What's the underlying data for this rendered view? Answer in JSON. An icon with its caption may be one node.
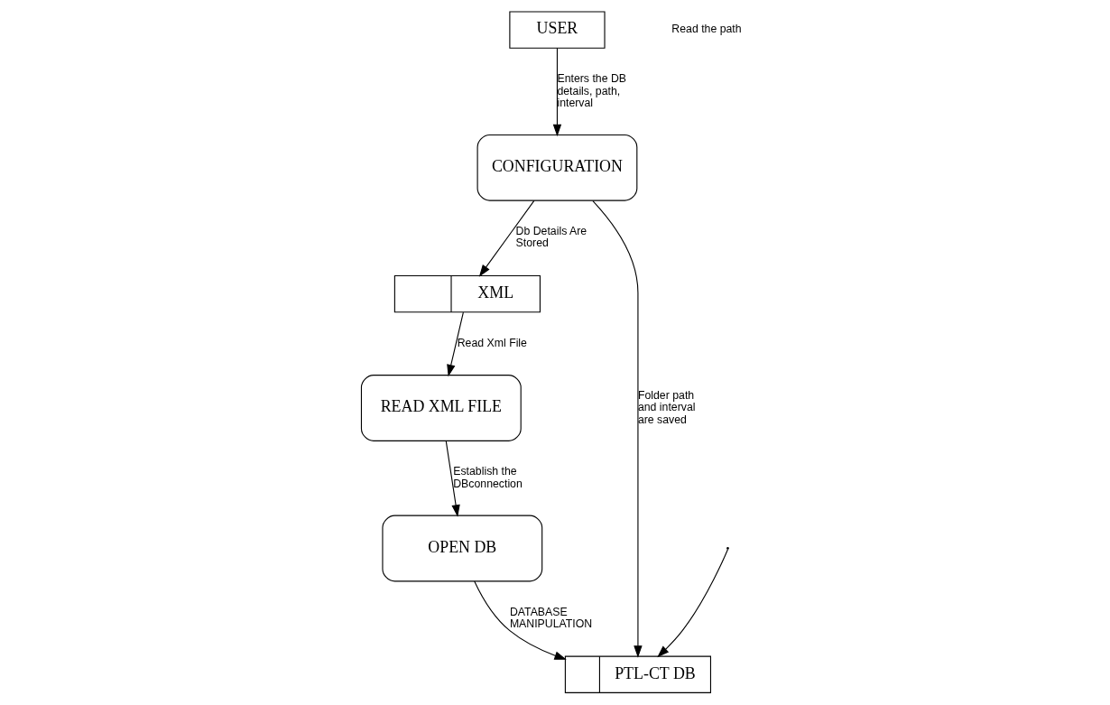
{
  "diagram": {
    "nodes": [
      {
        "text": [
          "USER"
        ]
      },
      {
        "text": [
          "CONFIGURATION"
        ]
      },
      {
        "text": [
          "XML"
        ]
      },
      {
        "text": [
          "READ XML FILE"
        ]
      },
      {
        "text": [
          "OPEN DB"
        ]
      },
      {
        "text": [
          "PTL-CT DB"
        ]
      }
    ],
    "edges": [
      {
        "from": 0,
        "to": 1,
        "arrow": "to",
        "label": "Enters the DB details, path, interval"
      },
      {
        "from": 1,
        "to": 2,
        "arrow": "to",
        "label": "Db Details Are Stored"
      },
      {
        "from": 1,
        "to": 5,
        "arrow": "to",
        "label": "Folder path and interval are saved"
      },
      {
        "from": 2,
        "to": 3,
        "arrow": "to",
        "label": "Read Xml File"
      },
      {
        "from": 3,
        "to": 4,
        "arrow": "to",
        "label": "Establish the DBconnection"
      },
      {
        "from": 4,
        "to": 5,
        "arrow": "to",
        "label": "DATABASE MANIPULATION"
      },
      {
        "from": null,
        "to": 5,
        "arrow": "to"
      }
    ],
    "labels": [
      "Read the path"
    ]
  }
}
